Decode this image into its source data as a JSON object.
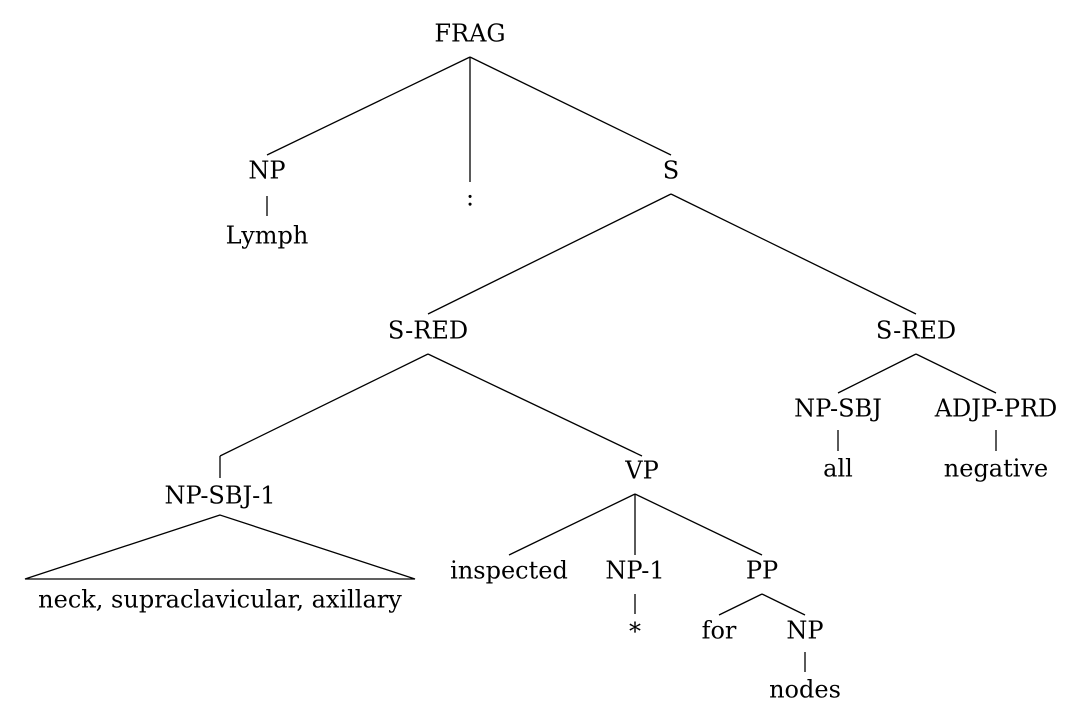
{
  "tree": {
    "root": "FRAG",
    "np_lymph": {
      "label": "NP",
      "word": "Lymph"
    },
    "colon": ":",
    "s": "S",
    "s_red_left": {
      "label": "S-RED",
      "subject": {
        "label": "NP-SBJ-1",
        "phrase": "neck, supraclavicular, axillary"
      },
      "vp": {
        "label": "VP",
        "verb": "inspected",
        "object": {
          "label": "NP-1",
          "word": "*"
        },
        "pp": {
          "label": "PP",
          "prep": "for",
          "np_label": "NP",
          "np_word": "nodes"
        }
      }
    },
    "s_red_right": {
      "label": "S-RED",
      "subject": {
        "label": "NP-SBJ",
        "word": "all"
      },
      "predicate": {
        "label": "ADJP-PRD",
        "word": "negative"
      }
    }
  }
}
